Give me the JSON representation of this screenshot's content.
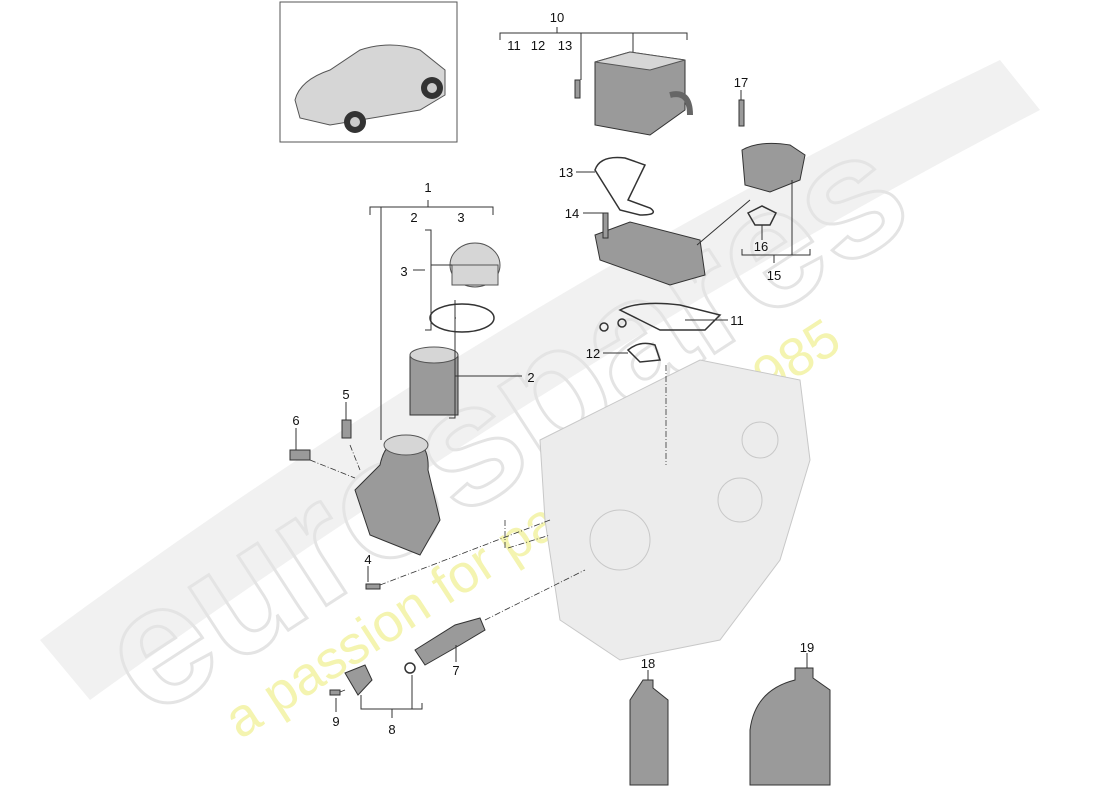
{
  "diagram": {
    "title_watermark": "eurospares",
    "tagline_watermark": "a passion for parts since 1985",
    "callouts": {
      "c1": "1",
      "c1_2": "2",
      "c1_3": "3",
      "c2": "2",
      "c3": "3",
      "c4": "4",
      "c5": "5",
      "c6": "6",
      "c7": "7",
      "c8": "8",
      "c9": "9",
      "c10": "10",
      "c10_11": "11",
      "c10_12": "12",
      "c10_13": "13",
      "c11": "11",
      "c12": "12",
      "c13": "13",
      "c14": "14",
      "c15": "15",
      "c16": "16",
      "c17": "17",
      "c18": "18",
      "c19": "19"
    }
  },
  "colors": {
    "watermark_gray": "#e6e6e6",
    "watermark_yellow": "#f3f3a8",
    "part_gray": "#9a9a9a"
  }
}
